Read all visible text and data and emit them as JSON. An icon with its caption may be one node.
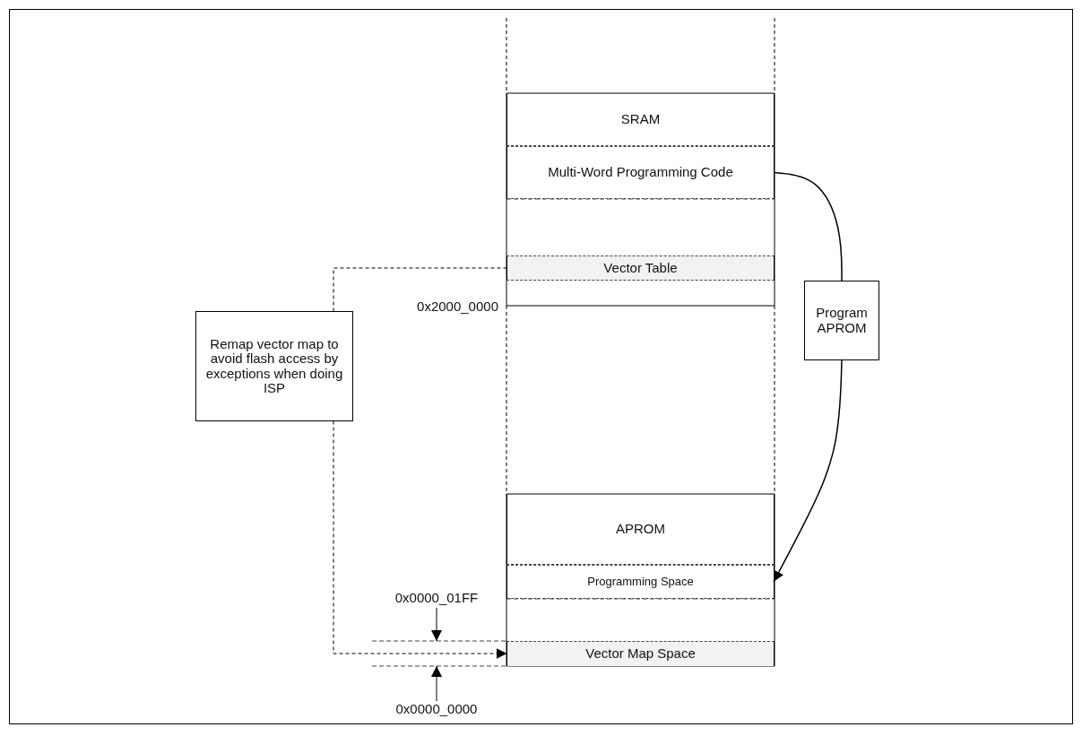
{
  "diagram": {
    "nodes": [
      {
        "text": [
          "SRAM"
        ]
      },
      {
        "text": [
          "Multi-Word Programming Code"
        ]
      },
      {
        "text": [
          "Vector Table"
        ]
      },
      {
        "text": [
          "Program APROM"
        ]
      },
      {
        "text": [
          "Remap vector map to avoid flash access by exceptions when doing ISP"
        ]
      },
      {
        "text": [
          "APROM"
        ]
      },
      {
        "text": [
          "Programming Space"
        ]
      },
      {
        "text": [
          "Vector Map Space"
        ]
      }
    ],
    "edges": [
      {
        "from": 1,
        "to": 3,
        "arrow": "none"
      },
      {
        "from": 3,
        "to": 6,
        "arrow": "to"
      },
      {
        "from": 2,
        "to": 4,
        "arrow": "none",
        "style": "dashed"
      },
      {
        "from": 4,
        "to": 7,
        "arrow": "to",
        "style": "dashed"
      }
    ],
    "labels": [
      "0x2000_0000",
      "0x0000_01FF",
      "0x0000_0000"
    ]
  }
}
